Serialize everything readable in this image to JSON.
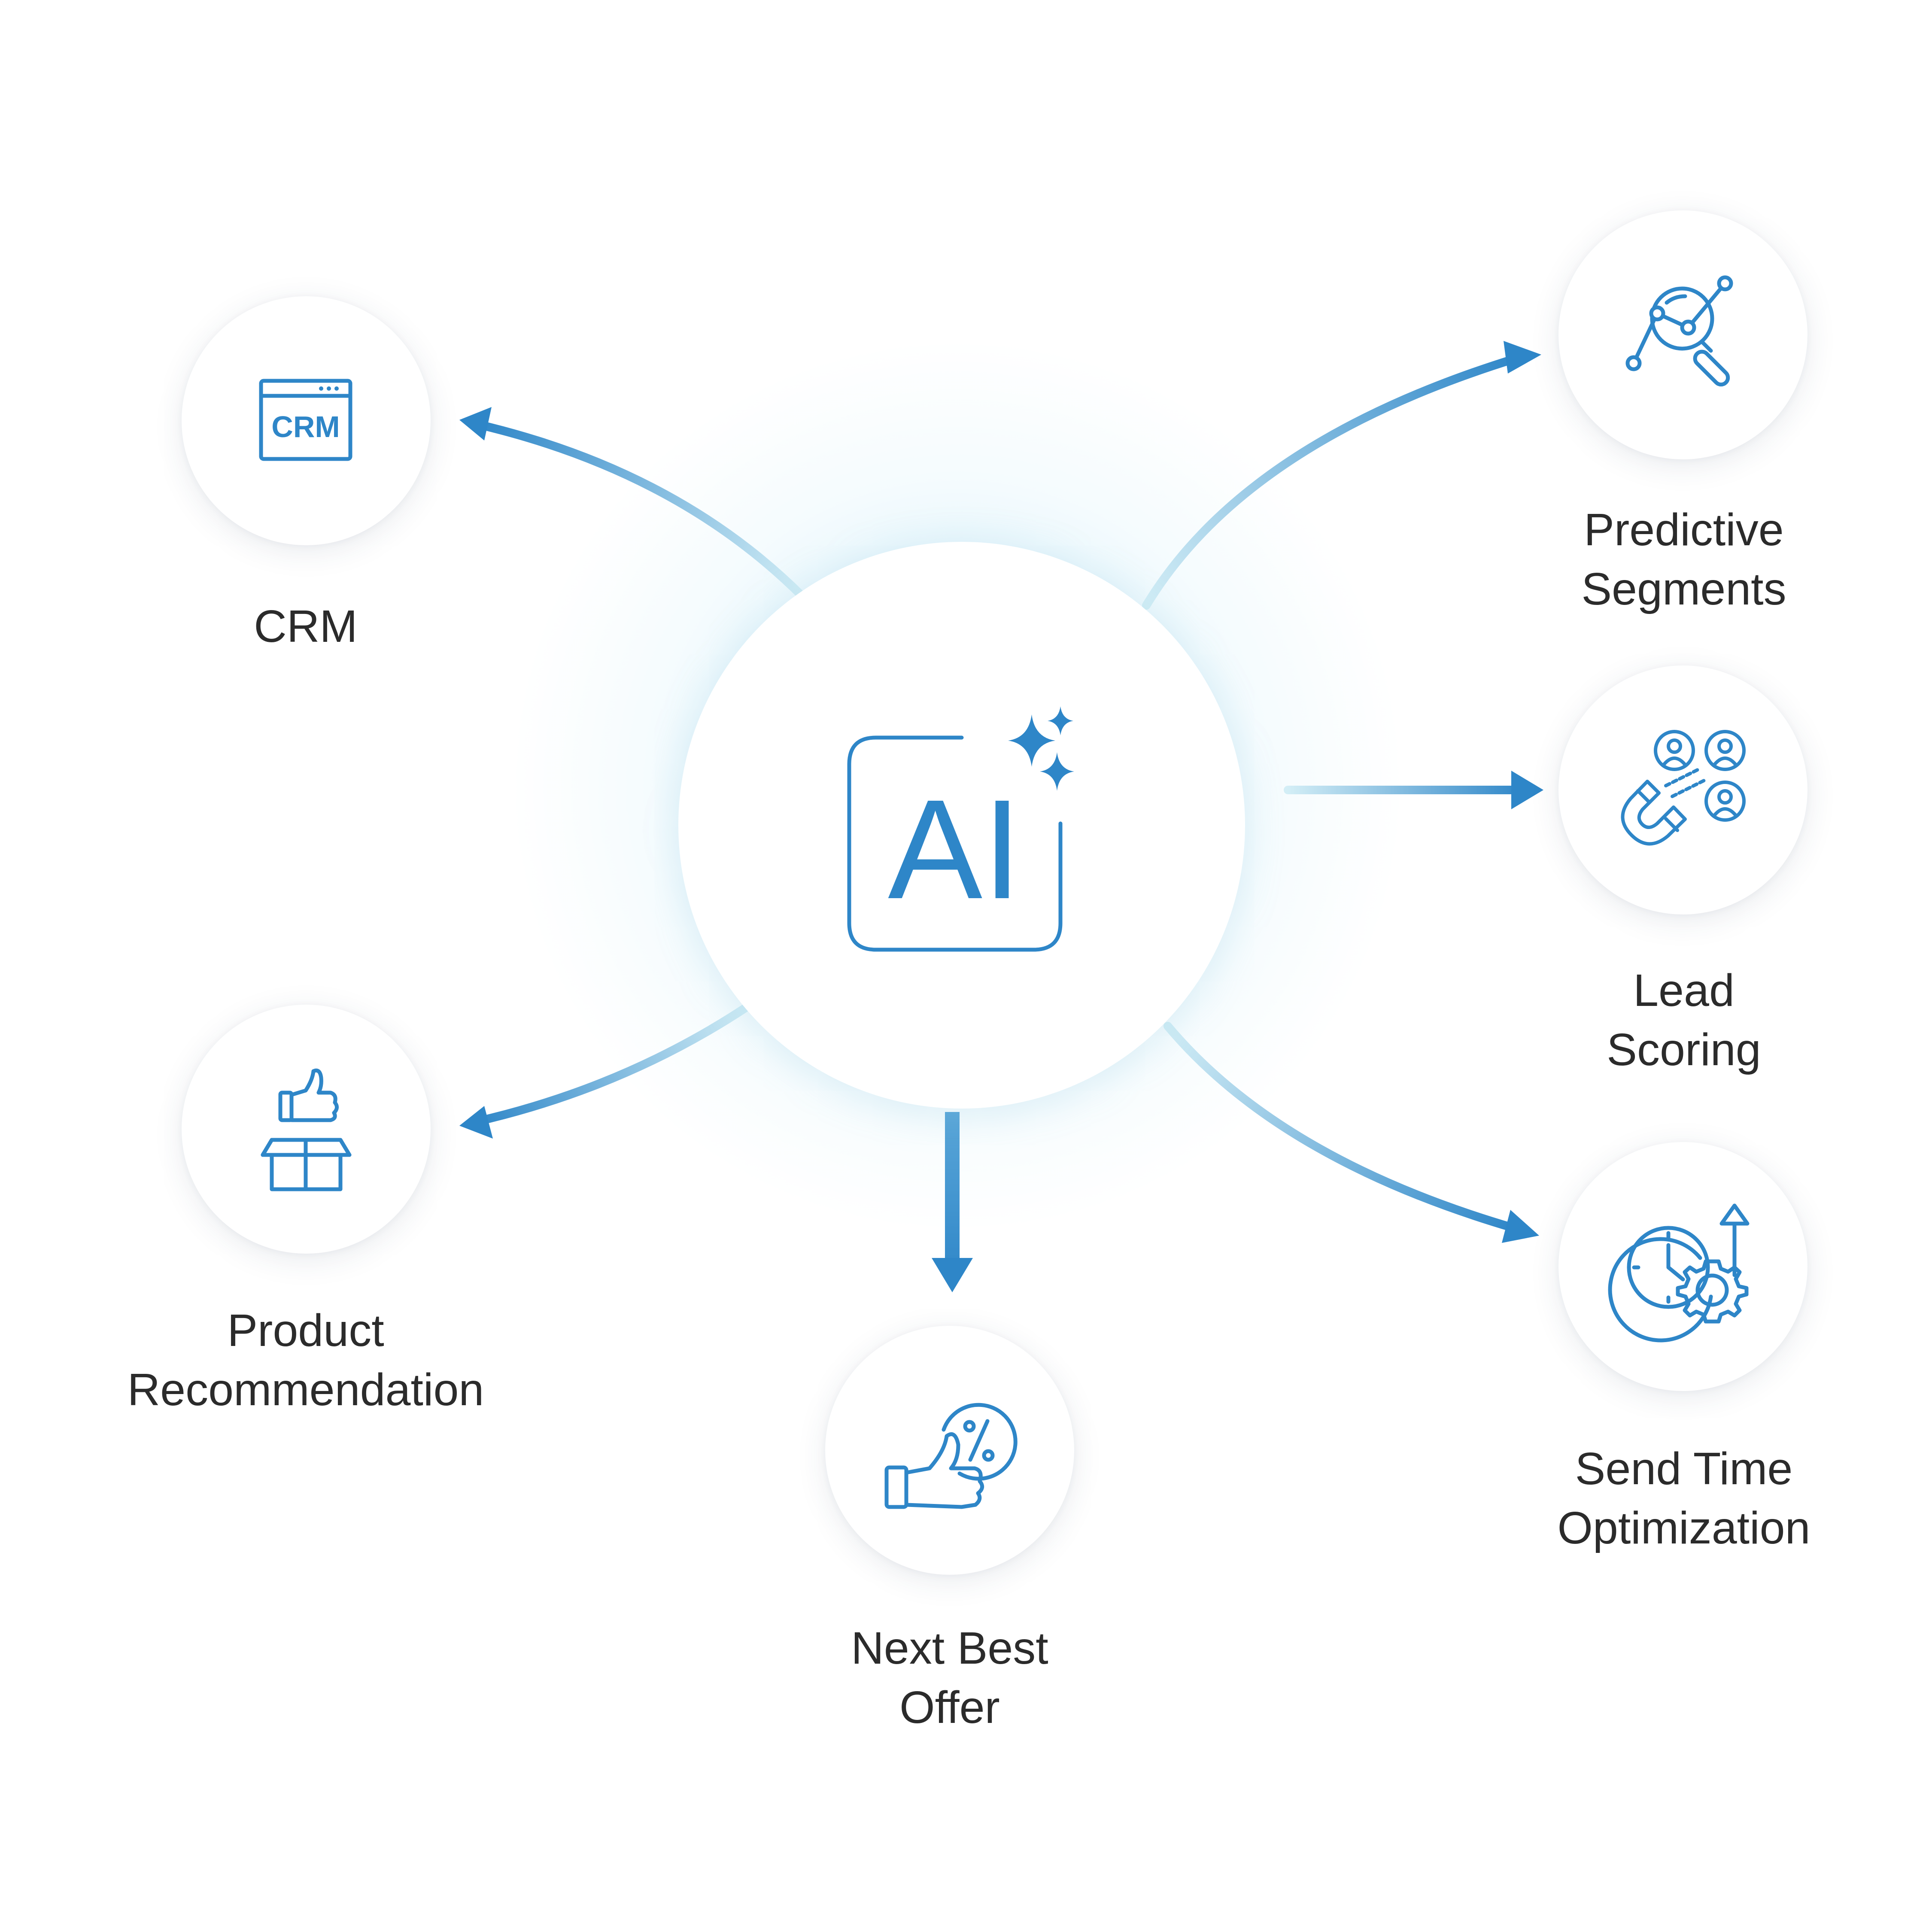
{
  "center": {
    "label": "AI",
    "accent_color": "#2e86c8"
  },
  "nodes": [
    {
      "id": "crm",
      "icon": "crm-window-icon",
      "icon_text": "CRM",
      "label_lines": [
        "CRM"
      ]
    },
    {
      "id": "predictive-segments",
      "icon": "magnifier-chart-icon",
      "label_lines": [
        "Predictive",
        "Segments"
      ]
    },
    {
      "id": "lead-scoring",
      "icon": "magnet-users-icon",
      "label_lines": [
        "Lead",
        "Scoring"
      ]
    },
    {
      "id": "send-time-optimization",
      "icon": "clock-gear-icon",
      "label_lines": [
        "Send Time",
        "Optimization"
      ]
    },
    {
      "id": "next-best-offer",
      "icon": "thumbs-up-percent-icon",
      "label_lines": [
        "Next Best",
        "Offer"
      ]
    },
    {
      "id": "product-recommendation",
      "icon": "box-thumbs-up-icon",
      "label_lines": [
        "Product",
        "Recommendation"
      ]
    }
  ],
  "colors": {
    "accent": "#2e86c8",
    "arrow_light": "#cdebf5",
    "text": "#2b2b2b"
  }
}
